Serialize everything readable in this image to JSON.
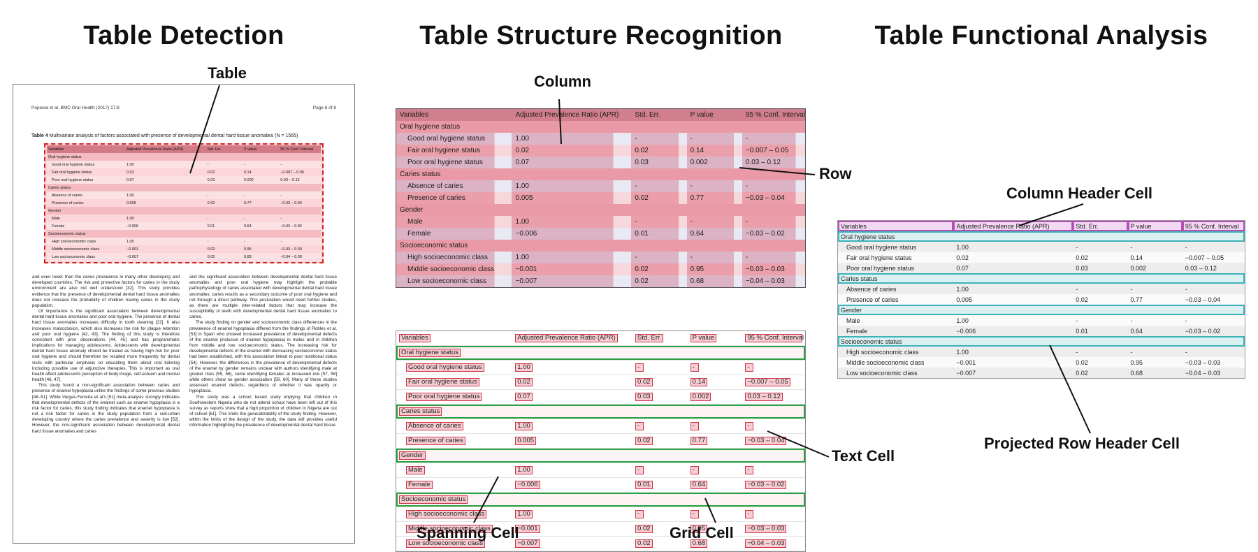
{
  "panels": {
    "detection": {
      "title": "Table Detection",
      "callout": "Table",
      "page": {
        "header_left": "Popoola et al. BMC Oral Health  (2017) 17:8",
        "header_right": "Page 6 of 8",
        "caption_label": "Table 4",
        "caption_text": " Multivariate analysis of factors associated with presence of developmental dental hard tissue anomalies (N = 1565)",
        "body_col1": [
          "and even lower than the caries prevalence in many other developing and developed countries. The risk and protective factors for caries in the study environment are also not well understood [32]. This study provides evidence that the presence of developmental dental hard tissue anomalies does not increase the probability of children having caries in the study population.",
          "Of importance is the significant association between developmental dental hard tissue anomalies and poor oral hygiene. The presence of dental hard tissue anomalies increases difficulty in tooth cleaning [22]. It also increases malocclusion, which also increases the risk for plaque retention and poor oral hygiene [42, 43]. The finding of this study is therefore consistent with prior observations [44, 45] and has programmatic implications for managing adolescents. Adolescents with developmental dental hard tissue anomaly should be treated as having high risk for poor oral hygiene and should therefore be recalled more frequently for dental visits with particular emphasis on educating them about oral toileting including possible use of adjunctive therapies. This is important as oral health affect adolescents perception of body image, self-esteem and mental health [46, 47].",
          "This study found a non-significant association between caries and presence of enamel hypoplasia unlike the findings of some previous studies [48–51]. While Vargas-Ferreira et al's [51] meta-analysis strongly indicates that developmental defects of the enamel such as enamel hypoplasia is a risk factor for caries, this study finding indicates that enamel hypoplasia is not a risk factor for caries in the study population from a sub-urban developing country where the caries prevalence and severity is low [52]. However, the non-significant association between developmental dental hard tissue anomalies and caries"
        ],
        "body_col2": [
          "and the significant association between developmental dental hard tissue anomalies and poor oral hygiene may highlight the probable pathophysiology of caries associated with developmental dental hard tissue anomalies: caries results as a secondary outcome of poor oral hygiene and not through a direct pathway. This postulation would need further studies, as there are multiple inter-related factors that may increase the susceptibility of teeth with developmental dental hard tissue anomalies to caries.",
          "The study finding on gender and socioeconomic class differences in the prevalence of enamel hypoplasia differed from the findings of Robles et al. [53] in Spain who showed increased prevalence of developmental defects of the enamel (inclusive of enamel hypoplasia) in males and in children from middle and low socioeconomic status. The increasing risk for developmental defects of the enamel with decreasing socioeconomic status had been established, with this association linked to poor nutritional status [54]. However, the differences in the prevalence of developmental defects of the enamel by gender remains unclear with authors identifying male at greater risks [55, 56], some identifying females at increased risk [57, 58] while others show no gender association [59, 60]. Many of these studies assessed enamel defects, regardless of whether it was opacity or hypoplasia.",
          "This study was a school based study implying that children in Southwestern Nigeria who do not attend school have been left out of this survey as reports show that a high proportion of children in Nigeria are out of school [61]. This limits the generalizability of the study finding. However, within the limits of the design of the study, the data still provides useful information highlighting the prevalence of developmental dental hard tissue"
        ]
      }
    },
    "structure": {
      "title": "Table Structure Recognition",
      "callouts": {
        "column": "Column",
        "row": "Row",
        "spanning": "Spanning Cell",
        "grid": "Grid Cell",
        "text": "Text Cell"
      }
    },
    "functional": {
      "title": "Table Functional Analysis",
      "callouts": {
        "column_header": "Column Header Cell",
        "projected_row_header": "Projected Row Header Cell"
      }
    }
  },
  "colors": {
    "detection_overlay": "#f7b2ba",
    "detection_border": "#cc2222",
    "column_band_pink": "#e47d8c",
    "row_band_lavender": "#d7d7eb",
    "grid_cell_border": "#cc3344",
    "spanning_cell_border": "#2aa244",
    "column_header_border": "#b450b4",
    "projected_row_header_border": "#3db3b9"
  },
  "table": {
    "headers": [
      "Variables",
      "Adjusted Prevalence Ratio (APR)",
      "Std. Err.",
      "P value",
      "95 % Conf. Interval"
    ],
    "rows": [
      {
        "type": "section",
        "label": "Oral hygiene status"
      },
      {
        "type": "data",
        "cells": [
          "Good oral hygiene status",
          "1.00",
          "-",
          "-",
          "-"
        ]
      },
      {
        "type": "data",
        "cells": [
          "Fair oral hygiene status",
          "0.02",
          "0.02",
          "0.14",
          "−0.007 – 0.05"
        ]
      },
      {
        "type": "data",
        "cells": [
          "Poor oral hygiene status",
          "0.07",
          "0.03",
          "0.002",
          "0.03 – 0.12"
        ]
      },
      {
        "type": "section",
        "label": "Caries status"
      },
      {
        "type": "data",
        "cells": [
          "Absence of caries",
          "1.00",
          "-",
          "-",
          "-"
        ]
      },
      {
        "type": "data",
        "cells": [
          "Presence of caries",
          "0.005",
          "0.02",
          "0.77",
          "−0.03 – 0.04"
        ]
      },
      {
        "type": "section",
        "label": "Gender"
      },
      {
        "type": "data",
        "cells": [
          "Male",
          "1.00",
          "-",
          "-",
          "-"
        ]
      },
      {
        "type": "data",
        "cells": [
          "Female",
          "−0.006",
          "0.01",
          "0.64",
          "−0.03 – 0.02"
        ]
      },
      {
        "type": "section",
        "label": "Socioeconomic status"
      },
      {
        "type": "data",
        "cells": [
          "High socioeconomic class",
          "1.00",
          "-",
          "-",
          "-"
        ]
      },
      {
        "type": "data",
        "cells": [
          "Middle socioeconomic class",
          "−0.001",
          "0.02",
          "0.95",
          "−0.03 – 0.03"
        ]
      },
      {
        "type": "data",
        "cells": [
          "Low socioeconomic class",
          "−0.007",
          "0.02",
          "0.68",
          "−0.04 – 0.03"
        ]
      }
    ]
  }
}
